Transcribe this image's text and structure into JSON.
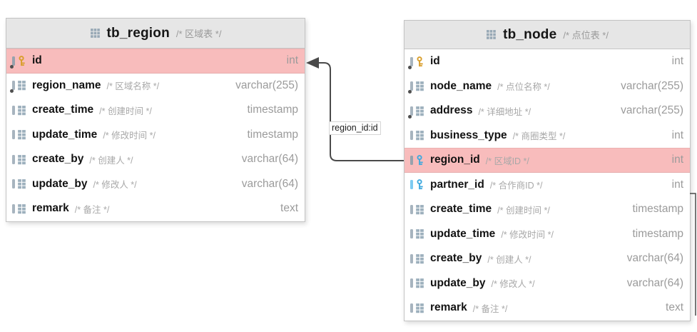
{
  "diagram": {
    "relationship": {
      "label": "region_id:id"
    },
    "colors": {
      "highlight_row": "#f8bcbc",
      "header_bg": "#e6e6e6",
      "pk_key": "#d99e2b",
      "fk_key": "#3fa9de",
      "fk_bar_blue": "#7ecbf1",
      "icon_grey": "#9db0bd",
      "line": "#4a4a4a"
    },
    "tables": [
      {
        "name": "tb_region",
        "comment": "/* 区域表 */",
        "columns": [
          {
            "name": "id",
            "comment": "",
            "type": "int",
            "icon": "pk",
            "not_null": true,
            "highlight": true
          },
          {
            "name": "region_name",
            "comment": "/* 区域名称 */",
            "type": "varchar(255)",
            "icon": "column",
            "not_null": true,
            "highlight": false
          },
          {
            "name": "create_time",
            "comment": "/* 创建时间 */",
            "type": "timestamp",
            "icon": "column",
            "not_null": false,
            "highlight": false
          },
          {
            "name": "update_time",
            "comment": "/* 修改时间 */",
            "type": "timestamp",
            "icon": "column",
            "not_null": false,
            "highlight": false
          },
          {
            "name": "create_by",
            "comment": "/* 创建人 */",
            "type": "varchar(64)",
            "icon": "column",
            "not_null": false,
            "highlight": false
          },
          {
            "name": "update_by",
            "comment": "/* 修改人 */",
            "type": "varchar(64)",
            "icon": "column",
            "not_null": false,
            "highlight": false
          },
          {
            "name": "remark",
            "comment": "/* 备注 */",
            "type": "text",
            "icon": "column",
            "not_null": false,
            "highlight": false
          }
        ]
      },
      {
        "name": "tb_node",
        "comment": "/* 点位表 */",
        "columns": [
          {
            "name": "id",
            "comment": "",
            "type": "int",
            "icon": "pk",
            "not_null": true,
            "highlight": false
          },
          {
            "name": "node_name",
            "comment": "/* 点位名称 */",
            "type": "varchar(255)",
            "icon": "column",
            "not_null": true,
            "highlight": false
          },
          {
            "name": "address",
            "comment": "/* 详细地址 */",
            "type": "varchar(255)",
            "icon": "column",
            "not_null": true,
            "highlight": false
          },
          {
            "name": "business_type",
            "comment": "/* 商圈类型 */",
            "type": "int",
            "icon": "column",
            "not_null": false,
            "highlight": false
          },
          {
            "name": "region_id",
            "comment": "/* 区域ID */",
            "type": "int",
            "icon": "fk",
            "not_null": false,
            "highlight": true
          },
          {
            "name": "partner_id",
            "comment": "/* 合作商ID */",
            "type": "int",
            "icon": "fk-blue",
            "not_null": false,
            "highlight": false
          },
          {
            "name": "create_time",
            "comment": "/* 创建时间 */",
            "type": "timestamp",
            "icon": "column",
            "not_null": false,
            "highlight": false
          },
          {
            "name": "update_time",
            "comment": "/* 修改时间 */",
            "type": "timestamp",
            "icon": "column",
            "not_null": false,
            "highlight": false
          },
          {
            "name": "create_by",
            "comment": "/* 创建人 */",
            "type": "varchar(64)",
            "icon": "column",
            "not_null": false,
            "highlight": false
          },
          {
            "name": "update_by",
            "comment": "/* 修改人 */",
            "type": "varchar(64)",
            "icon": "column",
            "not_null": false,
            "highlight": false
          },
          {
            "name": "remark",
            "comment": "/* 备注 */",
            "type": "text",
            "icon": "column",
            "not_null": false,
            "highlight": false
          }
        ]
      }
    ]
  }
}
